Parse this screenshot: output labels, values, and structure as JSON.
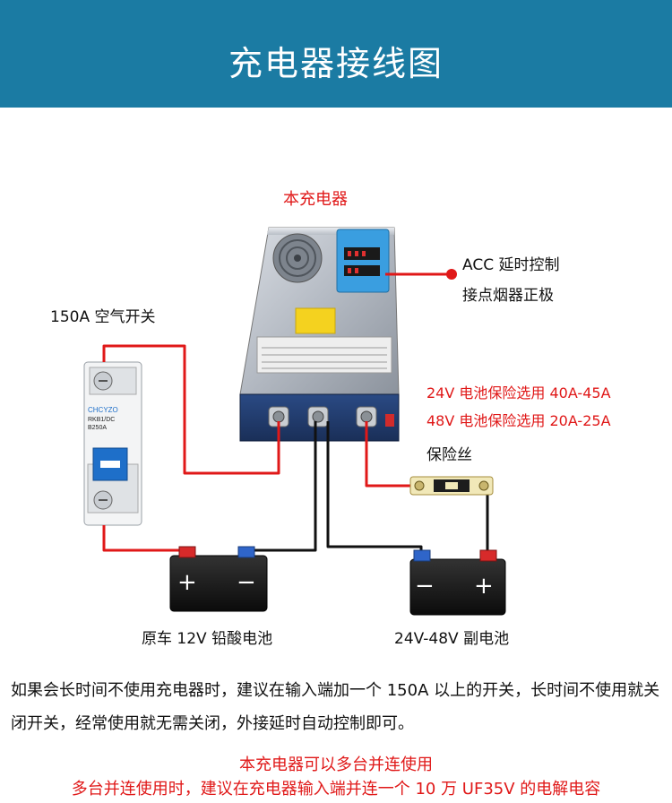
{
  "header": {
    "title": "充电器接线图",
    "bg_color": "#1b7ba3"
  },
  "labels": {
    "charger": "本充电器",
    "acc_line1": "ACC 延时控制",
    "acc_line2": "接点烟器正极",
    "breaker": "150A 空气开关",
    "fuse_24v": "24V 电池保险选用 40A-45A",
    "fuse_48v": "48V 电池保险选用 20A-25A",
    "fuse": "保险丝",
    "battery_left": "原车 12V 铅酸电池",
    "battery_right": "24V-48V 副电池"
  },
  "breaker_device": {
    "brand": "CHCYZO",
    "model": "RKB1/DC",
    "rating": "B250A"
  },
  "batteries": {
    "left": {
      "plus": "+",
      "minus": "−"
    },
    "right": {
      "minus": "−",
      "plus": "+"
    }
  },
  "paragraph": "如果会长时间不使用充电器时，建议在输入端加一个 150A 以上的开关，长时间不使用就关闭开关，经常使用就无需关闭，外接延时自动控制即可。",
  "notes": {
    "line1": "本充电器可以多台并连使用",
    "line2": "多台并连使用时，建议在充电器输入端并连一个 10 万 UF35V 的电解电容"
  },
  "colors": {
    "accent_red": "#e01818",
    "wire_red": "#e01818",
    "wire_black": "#111111"
  }
}
